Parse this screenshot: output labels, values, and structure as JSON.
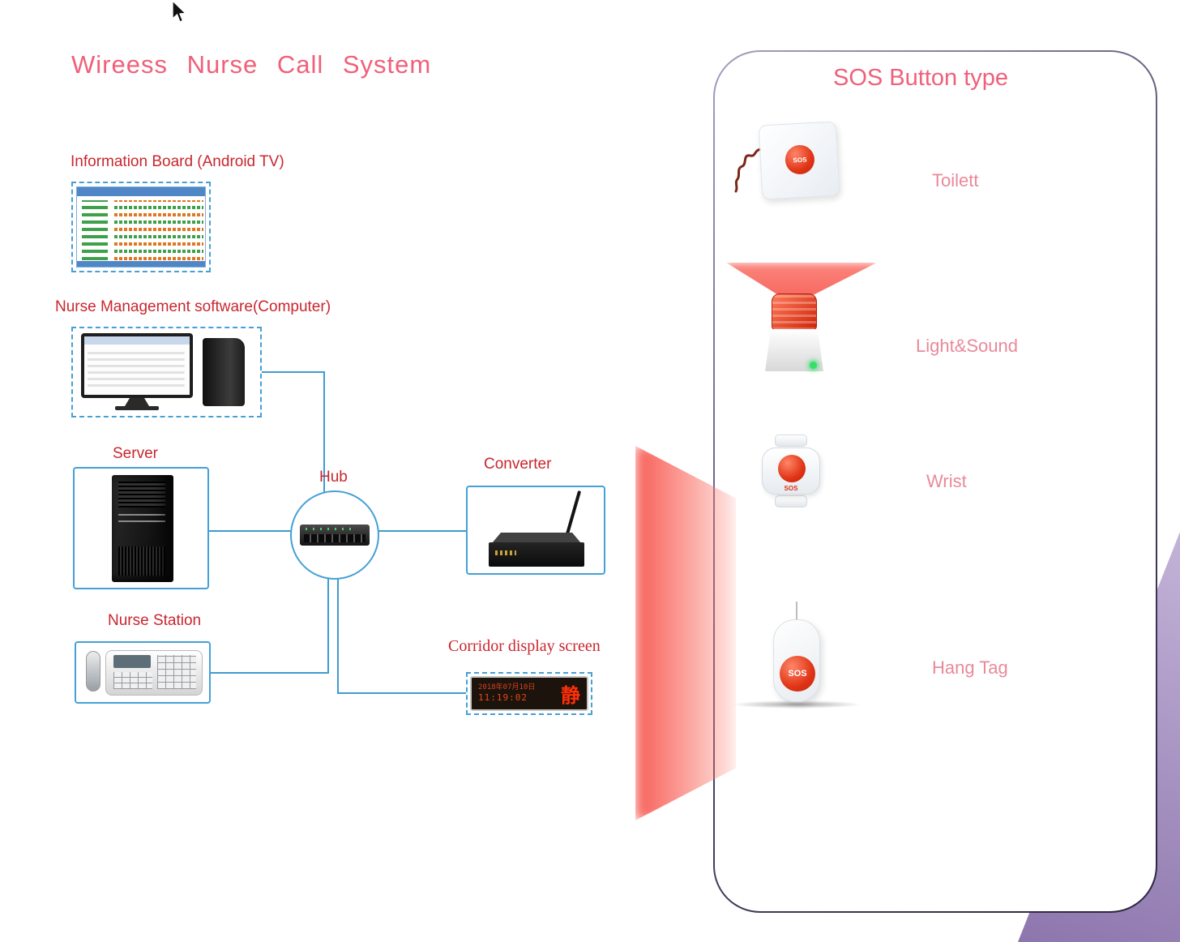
{
  "title": "Wireess Nurse Call System",
  "diagram": {
    "info_board": {
      "label": "Information Board (Android TV)"
    },
    "computer": {
      "label": "Nurse Management software(Computer)"
    },
    "server": {
      "label": "Server"
    },
    "hub": {
      "label": "Hub"
    },
    "converter": {
      "label": "Converter"
    },
    "nurse_station": {
      "label": "Nurse Station"
    },
    "corridor": {
      "label": "Corridor display screen",
      "display_date": "2018年07月10日",
      "display_time": "11:19:02",
      "display_badge": "静"
    }
  },
  "sos_panel": {
    "title": "SOS Button type",
    "items": [
      {
        "label": "Toilett"
      },
      {
        "label": "Light&Sound"
      },
      {
        "label": "Wrist"
      },
      {
        "label": "Hang Tag"
      }
    ],
    "button_text": "SOS"
  },
  "colors": {
    "title_pink": "#f0607a",
    "label_red": "#c9262e",
    "panel_label_pink": "#e9899a",
    "wire_blue": "#3f9bd0",
    "beam_red": "#f8554a",
    "corner_purple": "#9b84b8"
  }
}
